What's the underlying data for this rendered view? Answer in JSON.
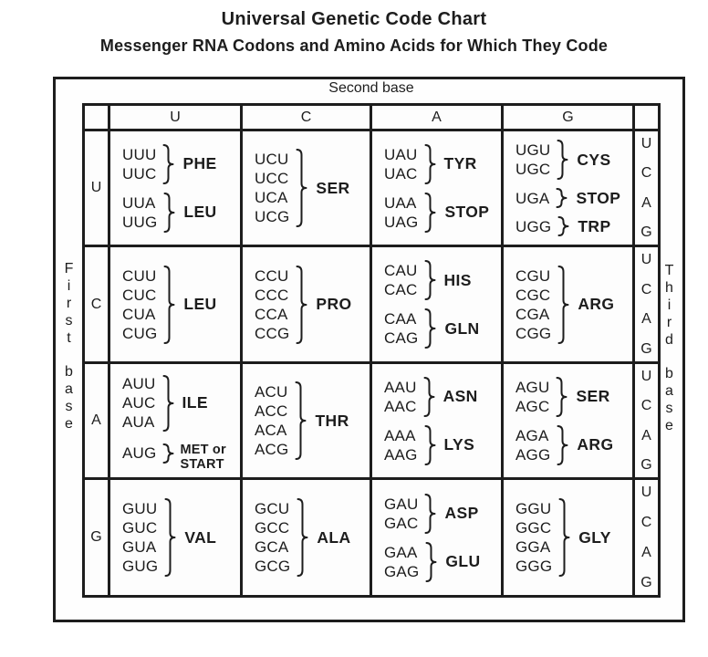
{
  "title": "Universal Genetic Code Chart",
  "subtitle": "Messenger RNA Codons and Amino Acids for Which They Code",
  "axes": {
    "second_base": "Second base",
    "first_base": "First base",
    "third_base": "Third base",
    "column_headers": [
      "U",
      "C",
      "A",
      "G"
    ],
    "row_headers": [
      "U",
      "C",
      "A",
      "G"
    ],
    "third_base_letters": [
      "U",
      "C",
      "A",
      "G"
    ]
  },
  "grid": {
    "rows": [
      {
        "first_base": "U",
        "cells": [
          {
            "groups": [
              {
                "codons": [
                  "UUU",
                  "UUC"
                ],
                "label": "PHE"
              },
              {
                "codons": [
                  "UUA",
                  "UUG"
                ],
                "label": "LEU"
              }
            ]
          },
          {
            "groups": [
              {
                "codons": [
                  "UCU",
                  "UCC",
                  "UCA",
                  "UCG"
                ],
                "label": "SER"
              }
            ]
          },
          {
            "groups": [
              {
                "codons": [
                  "UAU",
                  "UAC"
                ],
                "label": "TYR"
              },
              {
                "codons": [
                  "UAA",
                  "UAG"
                ],
                "label": "STOP"
              }
            ]
          },
          {
            "groups": [
              {
                "codons": [
                  "UGU",
                  "UGC"
                ],
                "label": "CYS"
              },
              {
                "codons": [
                  "UGA"
                ],
                "label": "STOP"
              },
              {
                "codons": [
                  "UGG"
                ],
                "label": "TRP"
              }
            ]
          }
        ]
      },
      {
        "first_base": "C",
        "cells": [
          {
            "groups": [
              {
                "codons": [
                  "CUU",
                  "CUC",
                  "CUA",
                  "CUG"
                ],
                "label": "LEU"
              }
            ]
          },
          {
            "groups": [
              {
                "codons": [
                  "CCU",
                  "CCC",
                  "CCA",
                  "CCG"
                ],
                "label": "PRO"
              }
            ]
          },
          {
            "groups": [
              {
                "codons": [
                  "CAU",
                  "CAC"
                ],
                "label": "HIS"
              },
              {
                "codons": [
                  "CAA",
                  "CAG"
                ],
                "label": "GLN"
              }
            ]
          },
          {
            "groups": [
              {
                "codons": [
                  "CGU",
                  "CGC",
                  "CGA",
                  "CGG"
                ],
                "label": "ARG"
              }
            ]
          }
        ]
      },
      {
        "first_base": "A",
        "cells": [
          {
            "groups": [
              {
                "codons": [
                  "AUU",
                  "AUC",
                  "AUA"
                ],
                "label": "ILE"
              },
              {
                "codons": [
                  "AUG"
                ],
                "label": "MET or",
                "label2": "START"
              }
            ]
          },
          {
            "groups": [
              {
                "codons": [
                  "ACU",
                  "ACC",
                  "ACA",
                  "ACG"
                ],
                "label": "THR"
              }
            ]
          },
          {
            "groups": [
              {
                "codons": [
                  "AAU",
                  "AAC"
                ],
                "label": "ASN"
              },
              {
                "codons": [
                  "AAA",
                  "AAG"
                ],
                "label": "LYS"
              }
            ]
          },
          {
            "groups": [
              {
                "codons": [
                  "AGU",
                  "AGC"
                ],
                "label": "SER"
              },
              {
                "codons": [
                  "AGA",
                  "AGG"
                ],
                "label": "ARG"
              }
            ]
          }
        ]
      },
      {
        "first_base": "G",
        "cells": [
          {
            "groups": [
              {
                "codons": [
                  "GUU",
                  "GUC",
                  "GUA",
                  "GUG"
                ],
                "label": "VAL"
              }
            ]
          },
          {
            "groups": [
              {
                "codons": [
                  "GCU",
                  "GCC",
                  "GCA",
                  "GCG"
                ],
                "label": "ALA"
              }
            ]
          },
          {
            "groups": [
              {
                "codons": [
                  "GAU",
                  "GAC"
                ],
                "label": "ASP"
              },
              {
                "codons": [
                  "GAA",
                  "GAG"
                ],
                "label": "GLU"
              }
            ]
          },
          {
            "groups": [
              {
                "codons": [
                  "GGU",
                  "GGC",
                  "GGA",
                  "GGG"
                ],
                "label": "GLY"
              }
            ]
          }
        ]
      }
    ]
  },
  "colors": {
    "ink": "#1d1d1d",
    "background": "#ffffff"
  }
}
